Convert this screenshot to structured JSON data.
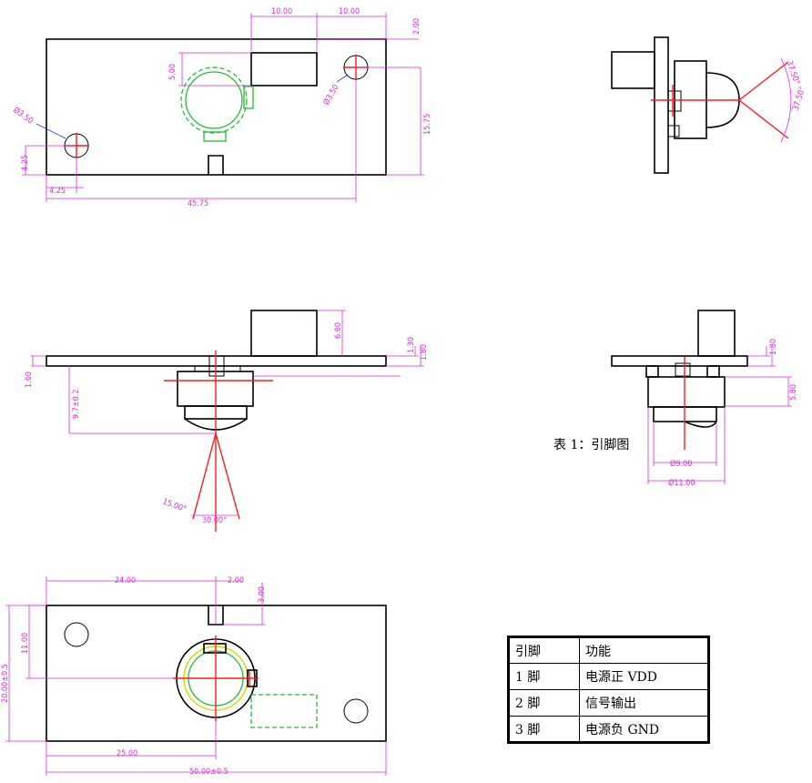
{
  "dimensions": {
    "top_view": {
      "d_10a": "10.00",
      "d_10b": "10.00",
      "d_200": "2.00",
      "d_500": "5.00",
      "d_dia_left": "Ø3.50",
      "d_dia_right": "Ø3.50",
      "d_425v": "4.25",
      "d_425h": "4.25",
      "d_1575": "15.75",
      "d_4575": "45.75"
    },
    "side_view": {
      "d_660": "6.60",
      "d_130": "1.30",
      "d_180": "1.80",
      "d_160": "1.60",
      "d_97": "9.7±0.2",
      "d_15deg": "15.00°",
      "d_30deg": "30.00°"
    },
    "right_view": {
      "d_375a": "37.50°",
      "d_375b": "37.50°"
    },
    "end_view": {
      "d_180": "1.80",
      "d_580": "5.80",
      "d_900": "Ø9.00",
      "d_1100": "Ø11.00"
    },
    "bottom_view": {
      "d_2400": "24.00",
      "d_200": "2.00",
      "d_300": "3.00",
      "d_1100": "11.00",
      "d_2000": "20.00±0.5",
      "d_2500": "25.00",
      "d_5000": "50.00±0.5"
    }
  },
  "caption": "表 1：引脚图",
  "pin_table": {
    "header": [
      "引脚",
      "功能"
    ],
    "rows": [
      [
        "1 脚",
        "电源正 VDD"
      ],
      [
        "2 脚",
        "信号输出"
      ],
      [
        "3 脚",
        "电源负 GND"
      ]
    ]
  },
  "colors": {
    "outline": "#000000",
    "dimension": "#e02ae0",
    "centerline": "#ff1a1a",
    "hidden": "#22bb33",
    "leader": "#1a3cff"
  }
}
